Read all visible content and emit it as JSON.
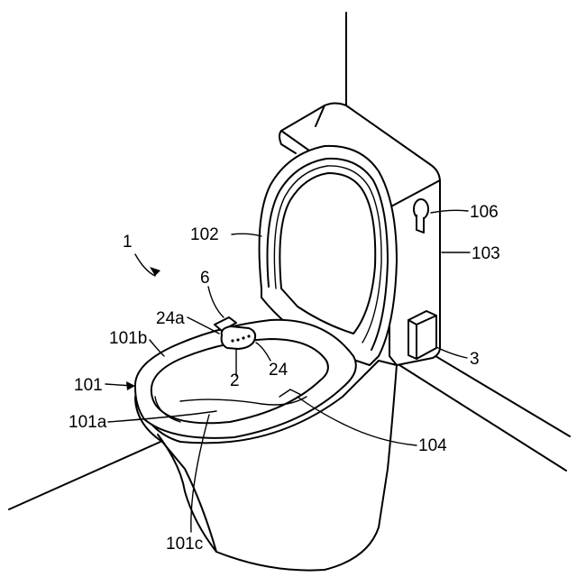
{
  "labels": {
    "l1": "1",
    "l6": "6",
    "l24a": "24a",
    "l101b": "101b",
    "l101": "101",
    "l101a": "101a",
    "l2": "2",
    "l24": "24",
    "l102": "102",
    "l106": "106",
    "l103": "103",
    "l3": "3",
    "l104": "104",
    "l101c": "101c"
  }
}
